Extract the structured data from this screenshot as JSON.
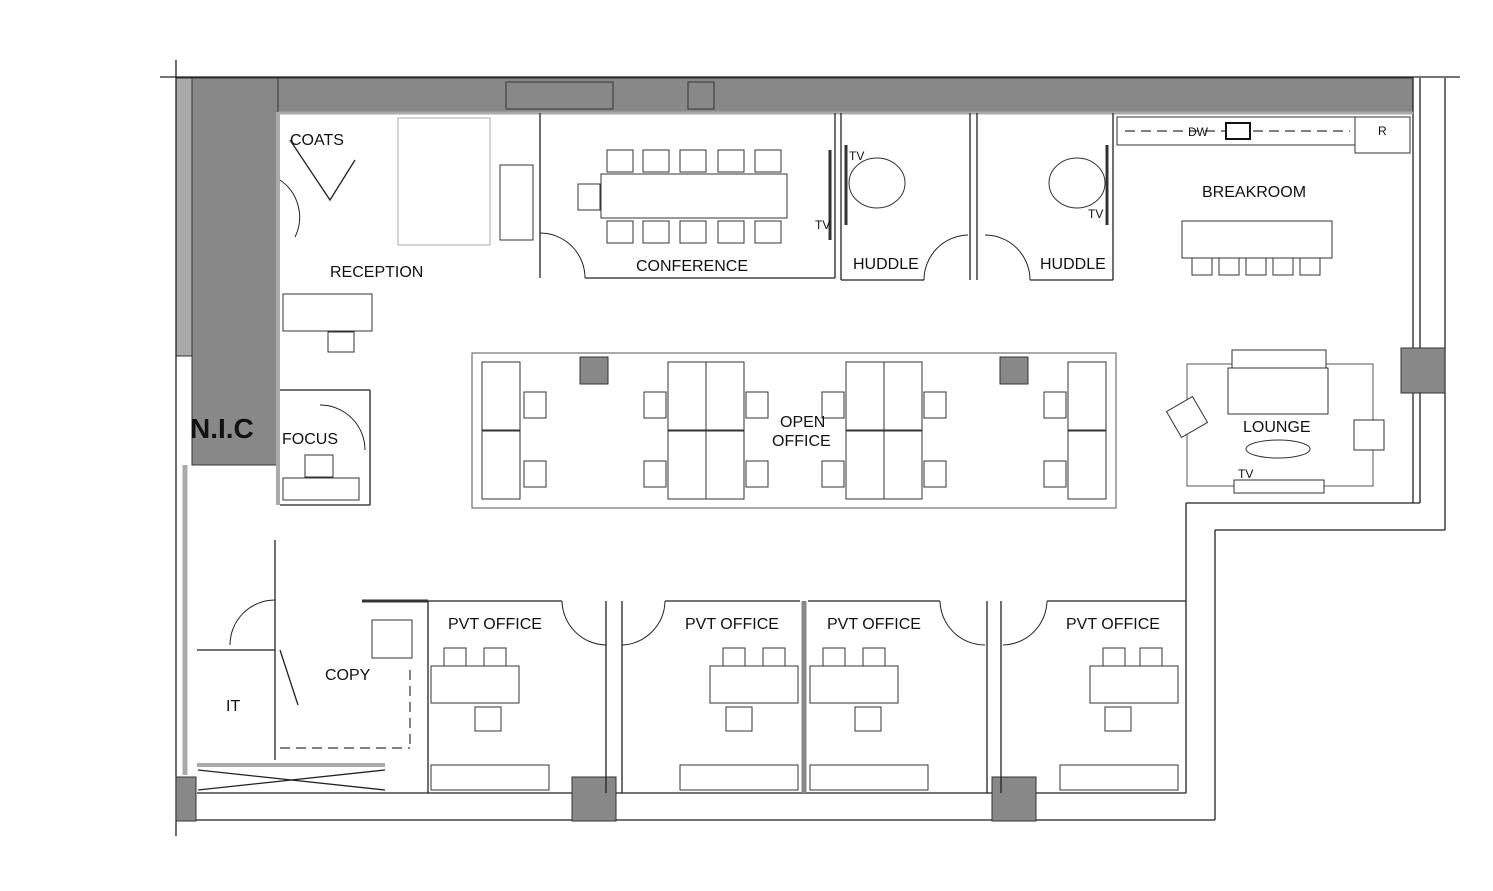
{
  "plan": {
    "rooms": {
      "nic": "N.I.C",
      "coats": "COATS",
      "reception": "RECEPTION",
      "focus": "FOCUS",
      "it": "IT",
      "copy": "COPY",
      "conference": "CONFERENCE",
      "huddle_1": "HUDDLE",
      "huddle_2": "HUDDLE",
      "breakroom": "BREAKROOM",
      "lounge": "LOUNGE",
      "open_office_1": "OPEN",
      "open_office_2": "OFFICE",
      "pvt_office_1": "PVT OFFICE",
      "pvt_office_2": "PVT OFFICE",
      "pvt_office_3": "PVT OFFICE",
      "pvt_office_4": "PVT OFFICE"
    },
    "fixtures": {
      "tv_conference": "TV",
      "tv_huddle_1": "TV",
      "tv_huddle_2": "TV",
      "tv_lounge": "TV",
      "dishwasher": "DW",
      "refrigerator": "R"
    },
    "colors": {
      "wall_fill": "#808080",
      "column_fill": "#999999"
    }
  }
}
